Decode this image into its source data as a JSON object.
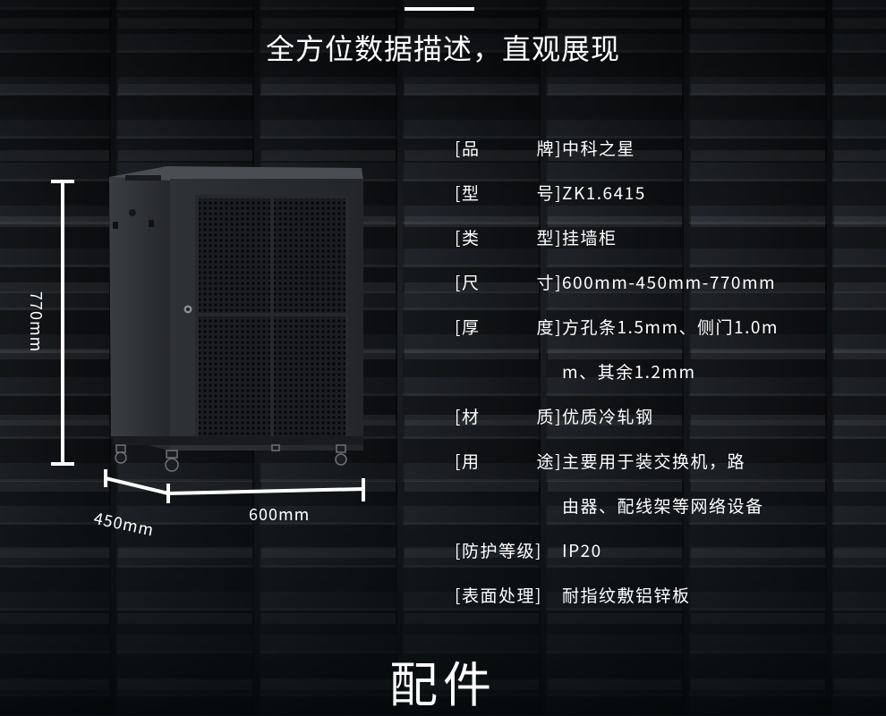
{
  "headline": "全方位数据描述，直观展现",
  "specs": [
    {
      "label_l": "品",
      "label_r": "牌",
      "value": "中科之星"
    },
    {
      "label_l": "型",
      "label_r": "号",
      "value": "ZK1.6415"
    },
    {
      "label_l": "类",
      "label_r": "型",
      "value": "挂墙柜"
    },
    {
      "label_l": "尺",
      "label_r": "寸",
      "value": "600mm-450mm-770mm"
    },
    {
      "label_l": "厚",
      "label_r": "度",
      "value": "方孔条1.5mm、侧门1.0m",
      "cont": "m、其余1.2mm"
    },
    {
      "label_l": "材",
      "label_r": "质",
      "value": "优质冷轧钢"
    },
    {
      "label_l": "用",
      "label_r": "途",
      "value": "主要用于装交换机，路",
      "cont": "由器、配线架等网络设备"
    },
    {
      "label": "防护等级",
      "value": "IP20"
    },
    {
      "label": "表面处理",
      "value": "耐指纹敷铝锌板"
    }
  ],
  "dimensions": {
    "height_label": "770mm",
    "depth_label": "450mm",
    "width_label": "600mm"
  },
  "bottom_title": "配件",
  "colors": {
    "text": "#ffffff",
    "cabinet": "#2a2d31",
    "background": "#0b0e12"
  }
}
